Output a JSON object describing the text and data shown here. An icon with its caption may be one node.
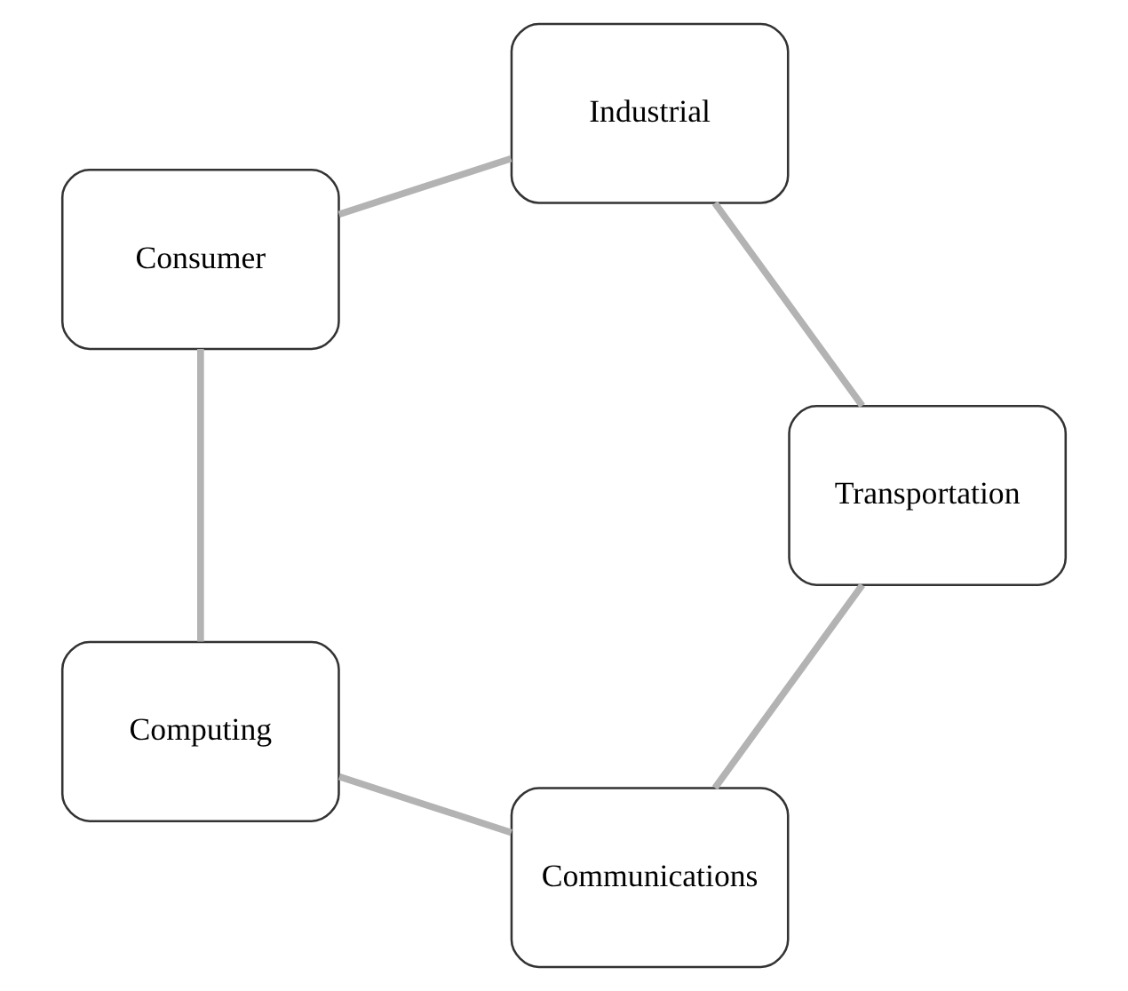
{
  "diagram": {
    "nodes": [
      {
        "text": [
          "Communications"
        ]
      },
      {
        "text": [
          "Computing"
        ]
      },
      {
        "text": [
          "Consumer"
        ]
      },
      {
        "text": [
          "Industrial"
        ]
      },
      {
        "text": [
          "Transportation"
        ]
      }
    ],
    "edges": [
      {
        "from": 0,
        "to": 1,
        "arrow": "none"
      },
      {
        "from": 1,
        "to": 2,
        "arrow": "none"
      },
      {
        "from": 2,
        "to": 3,
        "arrow": "none"
      },
      {
        "from": 3,
        "to": 4,
        "arrow": "none"
      },
      {
        "from": 4,
        "to": 0,
        "arrow": "none"
      }
    ]
  }
}
